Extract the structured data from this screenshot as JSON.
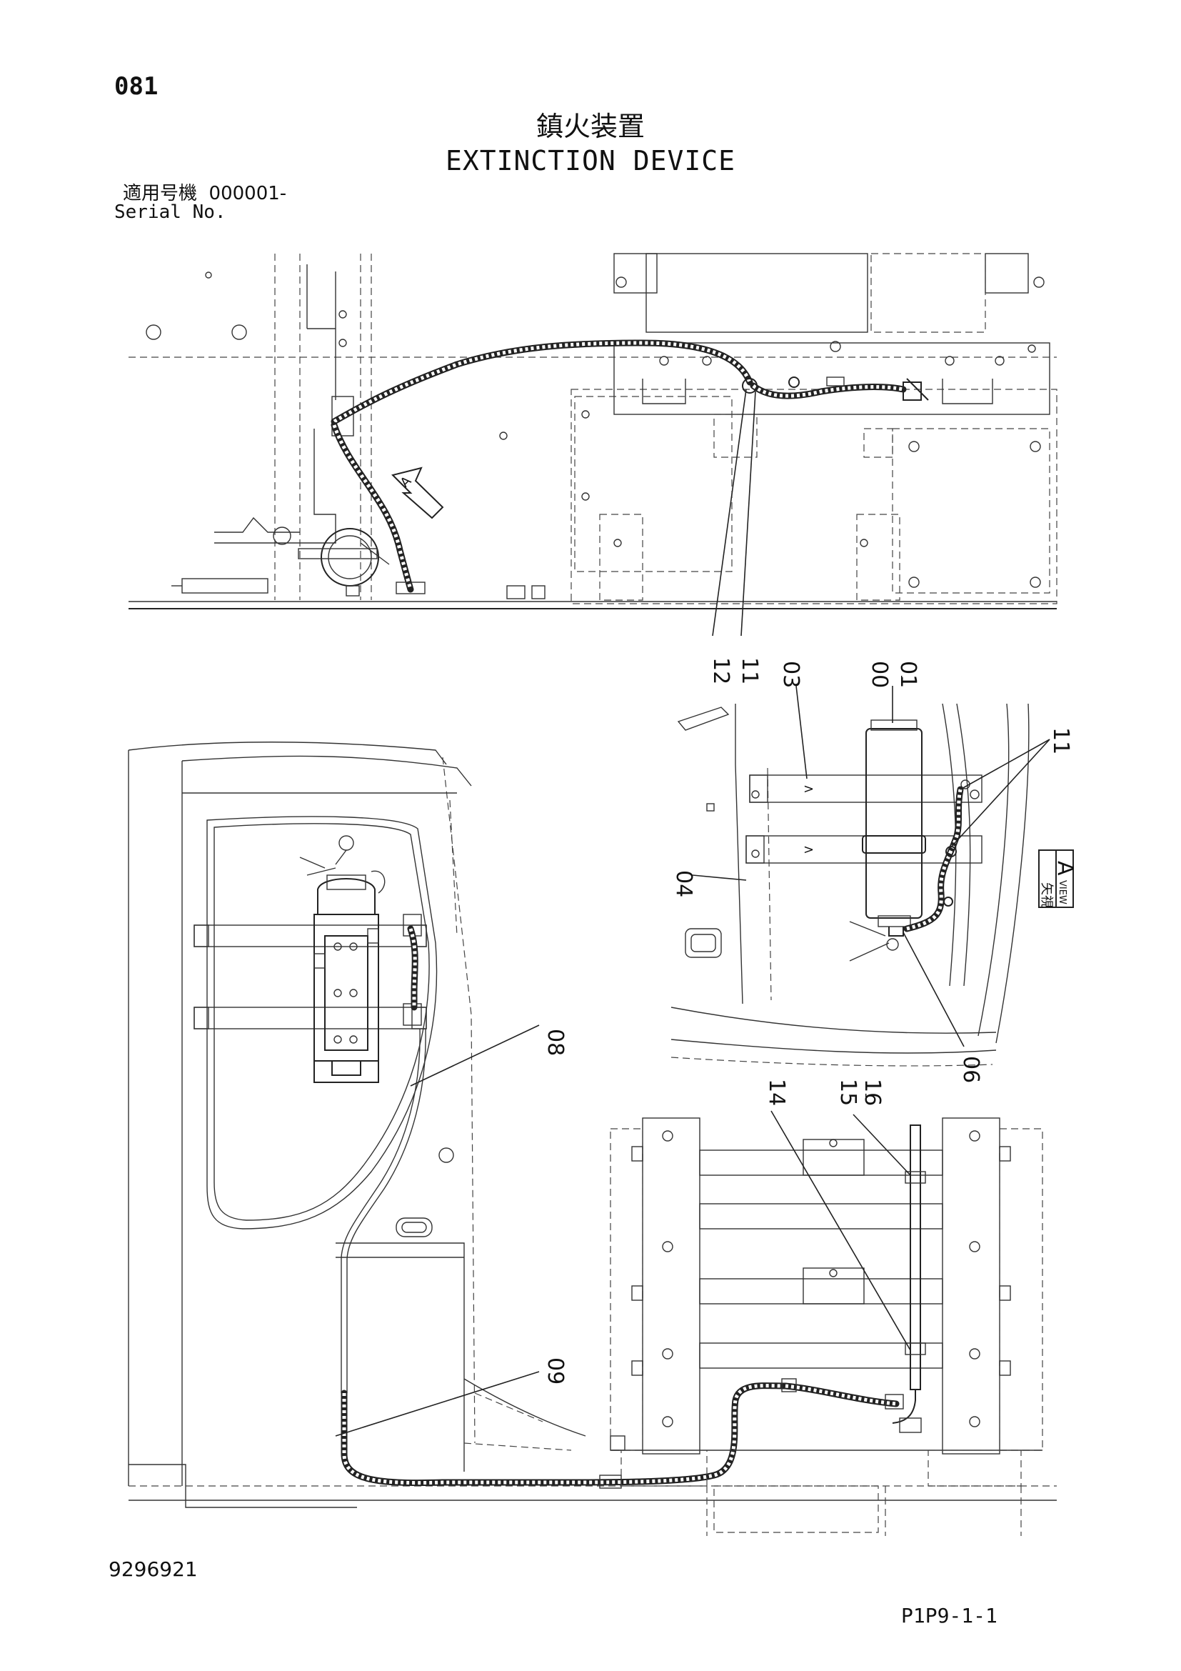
{
  "header": {
    "page_number": "081",
    "title_jp": "鎮火装置",
    "title_en": "EXTINCTION DEVICE",
    "serial_label_jp": "適用号機",
    "serial_value": "000001-",
    "serial_label_en": "Serial No."
  },
  "callouts": {
    "c12": "12",
    "c11_top": "11",
    "c03": "03",
    "c00": "00",
    "c01": "01",
    "c11_right": "11",
    "c04": "04",
    "c06": "06",
    "c08": "08",
    "c14": "14",
    "c15": "15",
    "c16": "16",
    "c09": "09"
  },
  "view_label": {
    "letter": "A",
    "jp": "矢視",
    "en": "VIEW"
  },
  "arrow_letter": "A",
  "footer": {
    "drawing_number": "9296921",
    "page_code": "P1P9-1-1"
  }
}
